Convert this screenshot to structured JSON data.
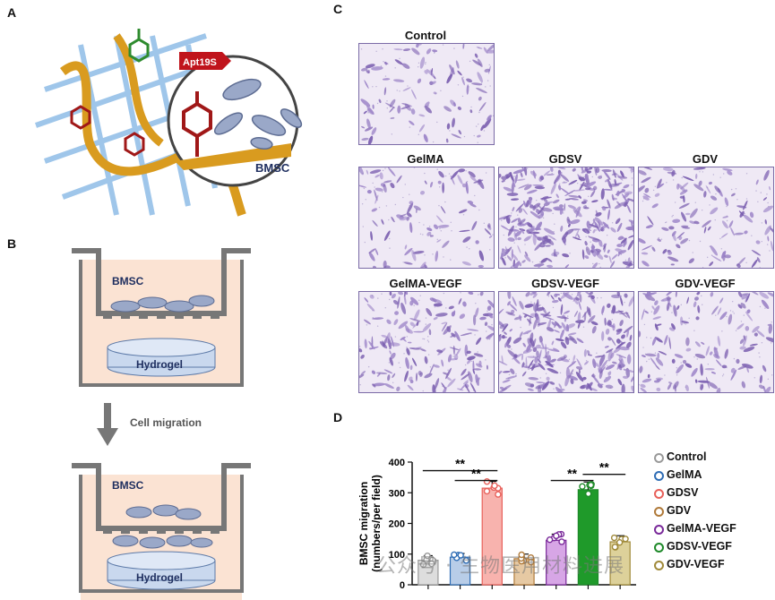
{
  "panels": {
    "a": {
      "letter": "A",
      "apt_label": "Apt19S",
      "bmsc_label": "BMSC"
    },
    "b": {
      "letter": "B",
      "bmsc_top": "BMSC",
      "hydrogel_top": "Hydrogel",
      "migration_label": "Cell migration",
      "bmsc_bottom": "BMSC",
      "hydrogel_bottom": "Hydrogel"
    },
    "c": {
      "letter": "C",
      "images": [
        {
          "title": "Control",
          "density": 0.22
        },
        {
          "title": "GelMA",
          "density": 0.18
        },
        {
          "title": "GDSV",
          "density": 0.95
        },
        {
          "title": "GDV",
          "density": 0.25
        },
        {
          "title": "GelMA-VEGF",
          "density": 0.45
        },
        {
          "title": "GDSV-VEGF",
          "density": 0.9
        },
        {
          "title": "GDV-VEGF",
          "density": 0.35
        }
      ]
    },
    "d": {
      "letter": "D"
    }
  },
  "chart_data": {
    "type": "bar",
    "ylabel_line1": "BMSC migration",
    "ylabel_line2": "(numbers/per field)",
    "ylim": [
      0,
      400
    ],
    "yticks": [
      "0",
      "100",
      "200",
      "300",
      "400"
    ],
    "categories": [
      "Control",
      "GelMA",
      "GDSV",
      "GDV",
      "GelMA-VEGF",
      "GDSV-VEGF",
      "GDV-VEGF"
    ],
    "values": [
      80,
      90,
      315,
      85,
      145,
      310,
      140
    ],
    "errors": [
      15,
      12,
      22,
      15,
      20,
      25,
      20
    ],
    "colors": [
      "#999999",
      "#2f6db5",
      "#e8605a",
      "#b07a3a",
      "#7a2a9a",
      "#1f8a2a",
      "#a08a3a"
    ],
    "fills": [
      "#dddddd",
      "#b8cde8",
      "#f8b3ae",
      "#e6c9a3",
      "#d7a6e6",
      "#1f9a2a",
      "#ddd19a"
    ],
    "significance": [
      {
        "label": "**"
      },
      {
        "label": "**"
      },
      {
        "label": "**"
      },
      {
        "label": "**"
      }
    ]
  },
  "legend": [
    "Control",
    "GelMA",
    "GDSV",
    "GDV",
    "GelMA-VEGF",
    "GDSV-VEGF",
    "GDV-VEGF"
  ],
  "watermark": "公众号 · 生物医用材料进展"
}
